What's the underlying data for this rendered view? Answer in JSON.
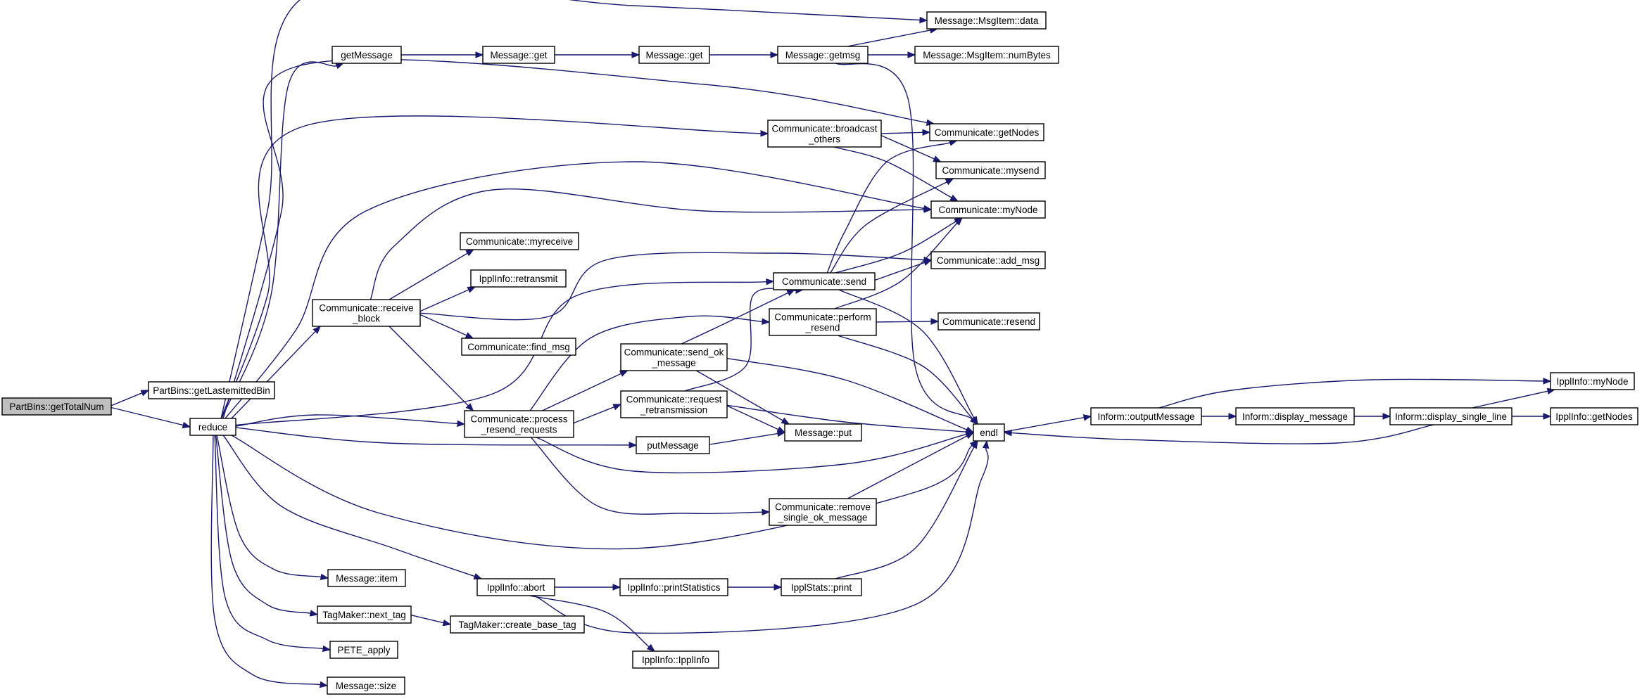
{
  "graph": {
    "nodes": [
      {
        "id": "getTotalNum",
        "lines": [
          "PartBins::getTotalNum"
        ],
        "root": true
      },
      {
        "id": "getLastemittedBin",
        "lines": [
          "PartBins::getLastemittedBin"
        ]
      },
      {
        "id": "reduce",
        "lines": [
          "reduce"
        ]
      },
      {
        "id": "getMessage",
        "lines": [
          "getMessage"
        ]
      },
      {
        "id": "Message_get1",
        "lines": [
          "Message::get"
        ]
      },
      {
        "id": "Message_get2",
        "lines": [
          "Message::get"
        ]
      },
      {
        "id": "getmsg",
        "lines": [
          "Message::getmsg"
        ]
      },
      {
        "id": "msgitem_data",
        "lines": [
          "Message::MsgItem::data"
        ]
      },
      {
        "id": "msgitem_numBytes",
        "lines": [
          "Message::MsgItem::numBytes"
        ]
      },
      {
        "id": "broadcast_others",
        "lines": [
          "Communicate::broadcast",
          "_others"
        ]
      },
      {
        "id": "getNodes",
        "lines": [
          "Communicate::getNodes"
        ]
      },
      {
        "id": "mysend",
        "lines": [
          "Communicate::mysend"
        ]
      },
      {
        "id": "myNode",
        "lines": [
          "Communicate::myNode"
        ]
      },
      {
        "id": "add_msg",
        "lines": [
          "Communicate::add_msg"
        ]
      },
      {
        "id": "send",
        "lines": [
          "Communicate::send"
        ]
      },
      {
        "id": "myreceive",
        "lines": [
          "Communicate::myreceive"
        ]
      },
      {
        "id": "retransmit",
        "lines": [
          "IpplInfo::retransmit"
        ]
      },
      {
        "id": "receive_block",
        "lines": [
          "Communicate::receive",
          "_block"
        ]
      },
      {
        "id": "find_msg",
        "lines": [
          "Communicate::find_msg"
        ]
      },
      {
        "id": "perform_resend",
        "lines": [
          "Communicate::perform",
          "_resend"
        ]
      },
      {
        "id": "resend",
        "lines": [
          "Communicate::resend"
        ]
      },
      {
        "id": "send_ok_message",
        "lines": [
          "Communicate::send_ok",
          "_message"
        ]
      },
      {
        "id": "request_retransmission",
        "lines": [
          "Communicate::request",
          "_retransmission"
        ]
      },
      {
        "id": "process_resend_requests",
        "lines": [
          "Communicate::process",
          "_resend_requests"
        ]
      },
      {
        "id": "putMessage",
        "lines": [
          "putMessage"
        ]
      },
      {
        "id": "Message_put",
        "lines": [
          "Message::put"
        ]
      },
      {
        "id": "endl",
        "lines": [
          "endl"
        ]
      },
      {
        "id": "remove_single_ok_message",
        "lines": [
          "Communicate::remove",
          "_single_ok_message"
        ]
      },
      {
        "id": "outputMessage",
        "lines": [
          "Inform::outputMessage"
        ]
      },
      {
        "id": "display_message",
        "lines": [
          "Inform::display_message"
        ]
      },
      {
        "id": "display_single_line",
        "lines": [
          "Inform::display_single_line"
        ]
      },
      {
        "id": "ippl_myNode",
        "lines": [
          "IpplInfo::myNode"
        ]
      },
      {
        "id": "ippl_getNodes",
        "lines": [
          "IpplInfo::getNodes"
        ]
      },
      {
        "id": "Message_item",
        "lines": [
          "Message::item"
        ]
      },
      {
        "id": "ippl_abort",
        "lines": [
          "IpplInfo::abort"
        ]
      },
      {
        "id": "printStatistics",
        "lines": [
          "IpplInfo::printStatistics"
        ]
      },
      {
        "id": "ipplstats_print",
        "lines": [
          "IpplStats::print"
        ]
      },
      {
        "id": "next_tag",
        "lines": [
          "TagMaker::next_tag"
        ]
      },
      {
        "id": "create_base_tag",
        "lines": [
          "TagMaker::create_base_tag"
        ]
      },
      {
        "id": "PETE_apply",
        "lines": [
          "PETE_apply"
        ]
      },
      {
        "id": "ippl_IpplInfo",
        "lines": [
          "IpplInfo::IpplInfo"
        ]
      },
      {
        "id": "Message_size",
        "lines": [
          "Message::size"
        ]
      }
    ],
    "edges": [
      [
        "getTotalNum",
        "getLastemittedBin"
      ],
      [
        "getTotalNum",
        "reduce"
      ],
      [
        "reduce",
        "msgitem_data"
      ],
      [
        "reduce",
        "getMessage"
      ],
      [
        "reduce",
        "getNodes"
      ],
      [
        "reduce",
        "broadcast_others"
      ],
      [
        "reduce",
        "myNode"
      ],
      [
        "reduce",
        "receive_block"
      ],
      [
        "reduce",
        "send"
      ],
      [
        "reduce",
        "process_resend_requests"
      ],
      [
        "reduce",
        "putMessage"
      ],
      [
        "reduce",
        "endl"
      ],
      [
        "reduce",
        "ippl_abort"
      ],
      [
        "reduce",
        "Message_item"
      ],
      [
        "reduce",
        "next_tag"
      ],
      [
        "reduce",
        "PETE_apply"
      ],
      [
        "reduce",
        "Message_size"
      ],
      [
        "getMessage",
        "Message_get1"
      ],
      [
        "Message_get1",
        "Message_get2"
      ],
      [
        "Message_get2",
        "getmsg"
      ],
      [
        "getmsg",
        "msgitem_data"
      ],
      [
        "getmsg",
        "msgitem_numBytes"
      ],
      [
        "getmsg",
        "endl"
      ],
      [
        "broadcast_others",
        "getNodes"
      ],
      [
        "broadcast_others",
        "mysend"
      ],
      [
        "broadcast_others",
        "myNode"
      ],
      [
        "receive_block",
        "myNode"
      ],
      [
        "receive_block",
        "myreceive"
      ],
      [
        "receive_block",
        "retransmit"
      ],
      [
        "receive_block",
        "add_msg"
      ],
      [
        "receive_block",
        "find_msg"
      ],
      [
        "receive_block",
        "process_resend_requests"
      ],
      [
        "send",
        "getNodes"
      ],
      [
        "send",
        "mysend"
      ],
      [
        "send",
        "myNode"
      ],
      [
        "send",
        "add_msg"
      ],
      [
        "send",
        "endl"
      ],
      [
        "perform_resend",
        "myNode"
      ],
      [
        "perform_resend",
        "resend"
      ],
      [
        "perform_resend",
        "endl"
      ],
      [
        "process_resend_requests",
        "perform_resend"
      ],
      [
        "process_resend_requests",
        "send_ok_message"
      ],
      [
        "process_resend_requests",
        "request_retransmission"
      ],
      [
        "process_resend_requests",
        "endl"
      ],
      [
        "process_resend_requests",
        "remove_single_ok_message"
      ],
      [
        "send_ok_message",
        "send"
      ],
      [
        "send_ok_message",
        "Message_put"
      ],
      [
        "send_ok_message",
        "endl"
      ],
      [
        "request_retransmission",
        "send"
      ],
      [
        "request_retransmission",
        "Message_put"
      ],
      [
        "request_retransmission",
        "endl"
      ],
      [
        "putMessage",
        "Message_put"
      ],
      [
        "remove_single_ok_message",
        "endl"
      ],
      [
        "endl",
        "outputMessage"
      ],
      [
        "outputMessage",
        "display_message"
      ],
      [
        "outputMessage",
        "ippl_myNode"
      ],
      [
        "display_message",
        "display_single_line"
      ],
      [
        "display_single_line",
        "ippl_myNode"
      ],
      [
        "display_single_line",
        "ippl_getNodes"
      ],
      [
        "display_single_line",
        "endl"
      ],
      [
        "ippl_abort",
        "printStatistics"
      ],
      [
        "ippl_abort",
        "endl"
      ],
      [
        "ippl_abort",
        "ippl_IpplInfo"
      ],
      [
        "printStatistics",
        "ipplstats_print"
      ],
      [
        "ipplstats_print",
        "endl"
      ],
      [
        "next_tag",
        "create_base_tag"
      ]
    ]
  }
}
